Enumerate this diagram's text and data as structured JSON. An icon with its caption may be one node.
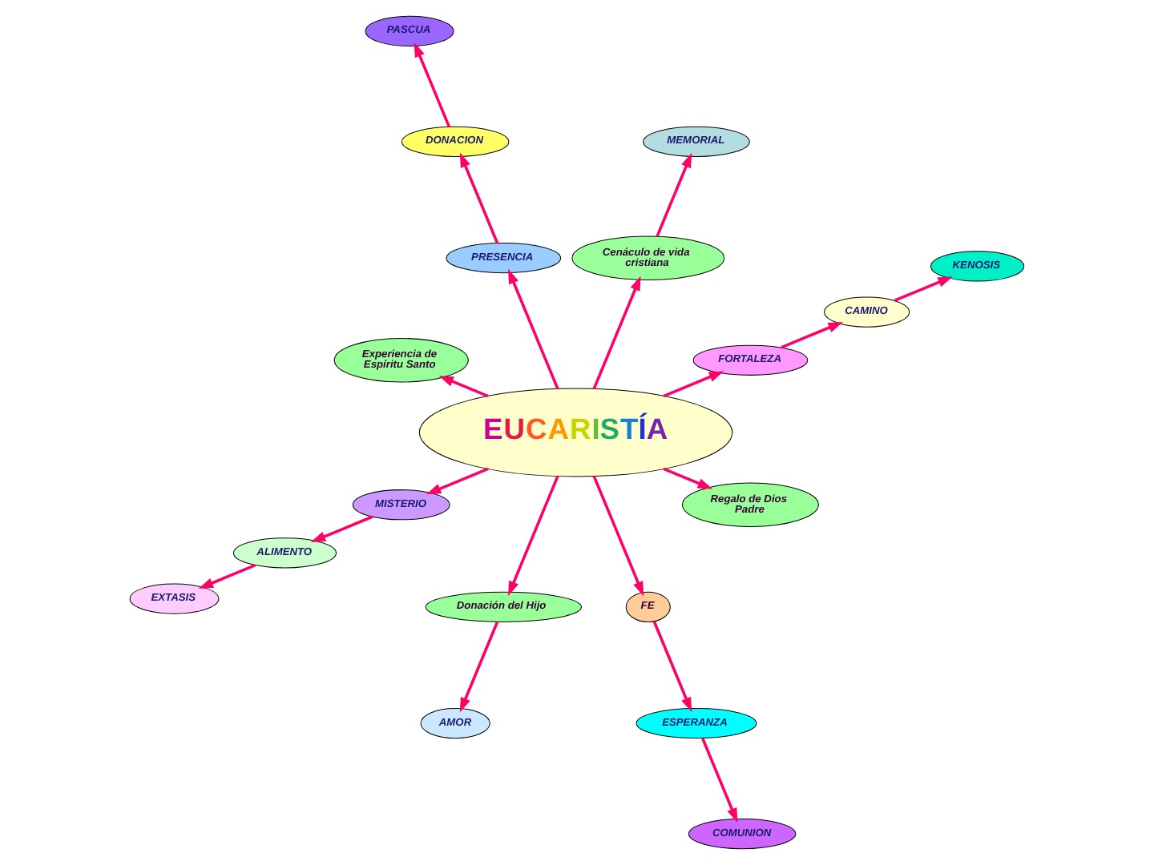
{
  "diagram": {
    "nodes": [
      {
        "text": [
          "PASCUA"
        ]
      },
      {
        "text": [
          "MEMORIAL"
        ]
      },
      {
        "text": [
          "KENOSIS"
        ]
      },
      {
        "text": [
          "DONACION"
        ]
      },
      {
        "text": [
          "Cenáculo de vida cristiana"
        ]
      },
      {
        "text": [
          "CAMINO"
        ]
      },
      {
        "text": [
          "PRESENCIA"
        ]
      },
      {
        "text": [
          "FORTALEZA"
        ]
      },
      {
        "text": [
          "Experiencia de Espíritu Santo"
        ]
      },
      {
        "text": [
          "EUCARISTÍA"
        ]
      },
      {
        "text": [
          "Regalo de Dios Padre"
        ]
      },
      {
        "text": [
          "MISTERIO"
        ]
      },
      {
        "text": [
          "Donación del Hijo"
        ]
      },
      {
        "text": [
          "FE"
        ]
      },
      {
        "text": [
          "ALIMENTO"
        ]
      },
      {
        "text": [
          "ESPERANZA"
        ]
      },
      {
        "text": [
          "AMOR"
        ]
      },
      {
        "text": [
          "EXTASIS"
        ]
      },
      {
        "text": [
          "COMUNION"
        ]
      }
    ],
    "edges": [
      {
        "from": 9,
        "to": 6,
        "arrow": "to"
      },
      {
        "from": 6,
        "to": 3,
        "arrow": "to"
      },
      {
        "from": 3,
        "to": 0,
        "arrow": "to"
      },
      {
        "from": 9,
        "to": 4,
        "arrow": "to"
      },
      {
        "from": 4,
        "to": 1,
        "arrow": "to"
      },
      {
        "from": 9,
        "to": 7,
        "arrow": "to"
      },
      {
        "from": 7,
        "to": 5,
        "arrow": "to"
      },
      {
        "from": 5,
        "to": 2,
        "arrow": "to"
      },
      {
        "from": 9,
        "to": 8,
        "arrow": "to"
      },
      {
        "from": 9,
        "to": 10,
        "arrow": "to"
      },
      {
        "from": 9,
        "to": 11,
        "arrow": "to"
      },
      {
        "from": 11,
        "to": 14,
        "arrow": "to"
      },
      {
        "from": 14,
        "to": 17,
        "arrow": "to"
      },
      {
        "from": 9,
        "to": 12,
        "arrow": "to"
      },
      {
        "from": 12,
        "to": 16,
        "arrow": "to"
      },
      {
        "from": 9,
        "to": 13,
        "arrow": "to"
      },
      {
        "from": 13,
        "to": 15,
        "arrow": "to"
      },
      {
        "from": 15,
        "to": 18,
        "arrow": "to"
      }
    ]
  }
}
